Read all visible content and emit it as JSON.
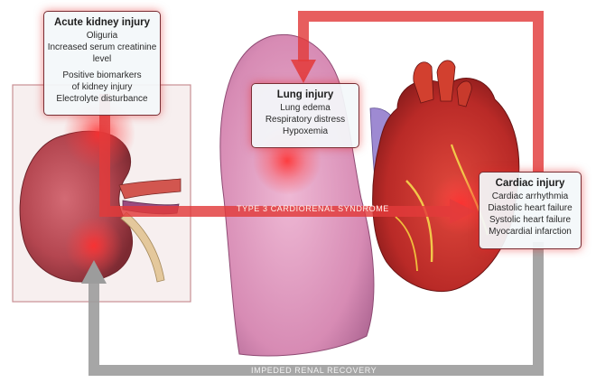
{
  "boxes": {
    "aki": {
      "title": "Acute kidney injury",
      "lines": [
        "Oliguria",
        "Increased serum creatinine",
        "level",
        "",
        "Positive biomarkers",
        "of kidney injury",
        "Electrolyte disturbance"
      ]
    },
    "lung": {
      "title": "Lung injury",
      "lines": [
        "Lung edema",
        "Respiratory distress",
        "Hypoxemia"
      ]
    },
    "cardiac": {
      "title": "Cardiac injury",
      "lines": [
        "Cardiac arrhythmia",
        "Diastolic heart failure",
        "Systolic heart failure",
        "Myocardial infarction"
      ]
    }
  },
  "arrows": {
    "type3": "TYPE 3 CARDIORENAL SYNDROME",
    "impeded": "IMPEDED RENAL RECOVERY"
  },
  "colors": {
    "red_arrow": "#e23b3b",
    "gray_arrow": "#9c9c9c",
    "box_border": "#7a2e34",
    "kidney": "#b74c55",
    "lung": "#d891b5",
    "heart": "#c8302c"
  }
}
